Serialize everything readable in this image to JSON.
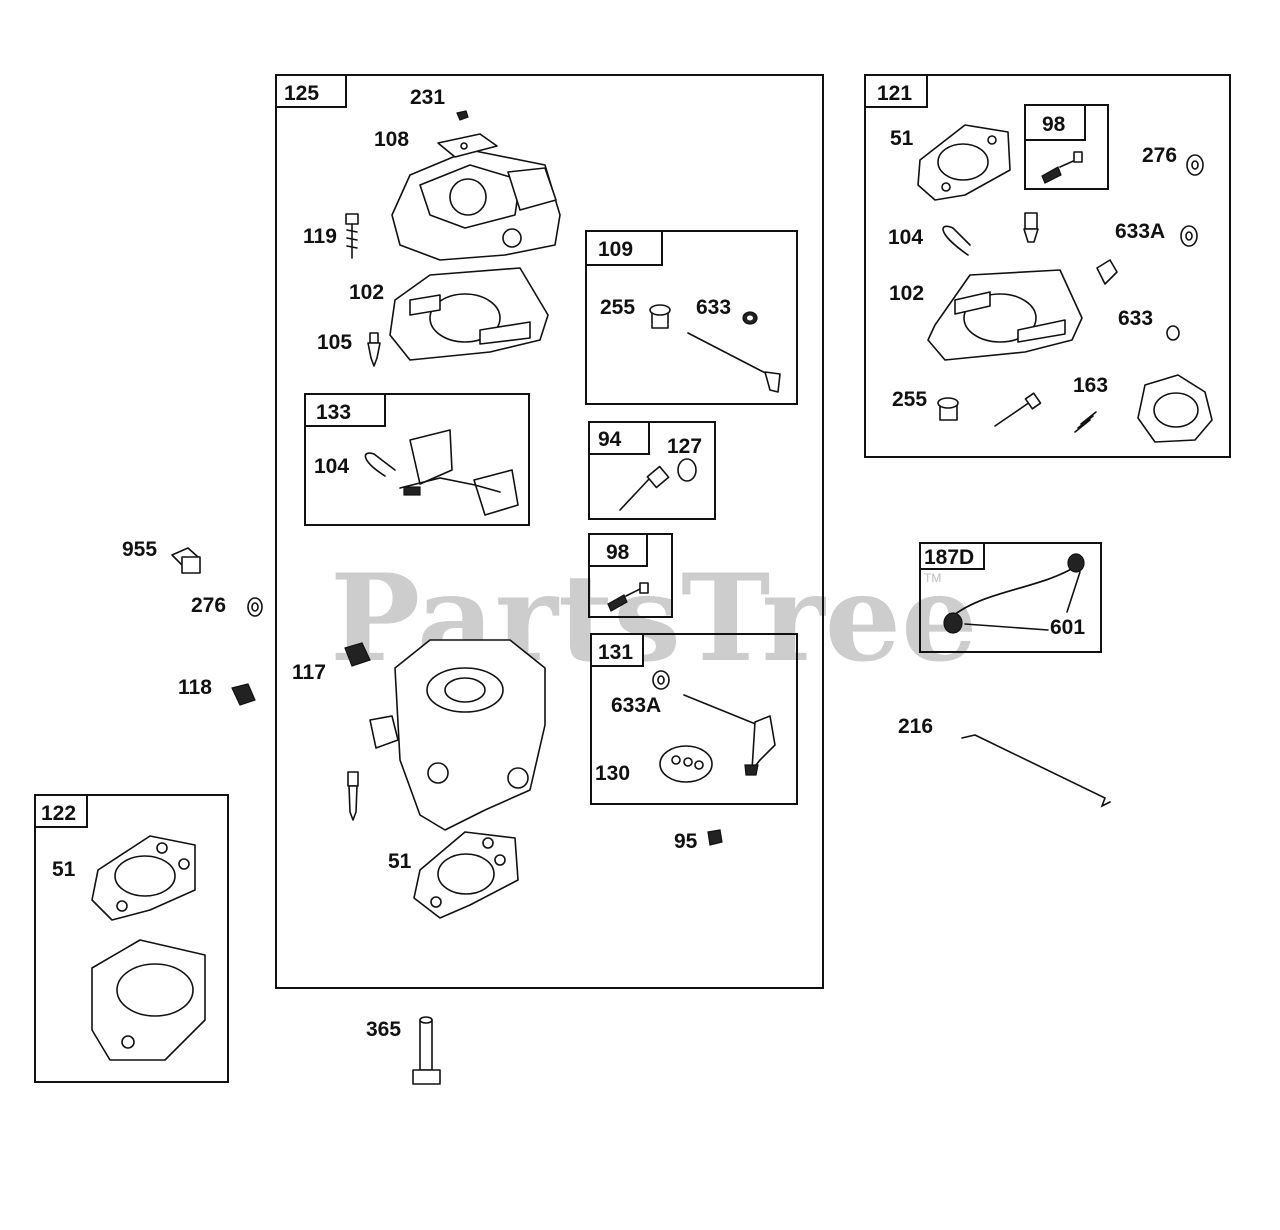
{
  "watermark": {
    "text": "PartsTree",
    "tm": "TM"
  },
  "kits": {
    "k125": "125",
    "k121": "121",
    "k98a": "98",
    "k109": "109",
    "k133": "133",
    "k94": "94",
    "k98b": "98",
    "k131": "131",
    "k187d": "187D",
    "k122": "122"
  },
  "parts": {
    "p231": "231",
    "p108": "108",
    "p119": "119",
    "p102a": "102",
    "p105": "105",
    "p104a": "104",
    "p117": "117",
    "p51a": "51",
    "p255a": "255",
    "p633a": "633",
    "p127": "127",
    "p633A_a": "633A",
    "p130": "130",
    "p95": "95",
    "p365": "365",
    "p955": "955",
    "p276a": "276",
    "p118": "118",
    "p51b": "51",
    "p51c": "51",
    "p276b": "276",
    "p104b": "104",
    "p633A_b": "633A",
    "p102b": "102",
    "p633b": "633",
    "p255b": "255",
    "p163": "163",
    "p601": "601",
    "p216": "216"
  }
}
